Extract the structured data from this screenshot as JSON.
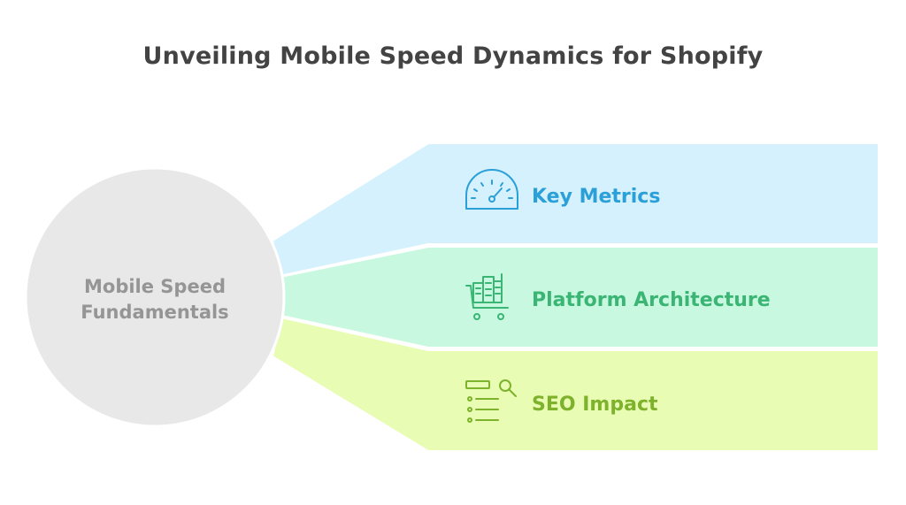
{
  "title": "Unveiling Mobile Speed Dynamics for Shopify",
  "center": {
    "line1": "Mobile Speed",
    "line2": "Fundamentals",
    "fill": "#e8e8e8",
    "text_color": "#959595"
  },
  "branches": [
    {
      "label": "Key Metrics",
      "icon": "speedometer-icon",
      "fill": "#d4f1fd",
      "color": "#2a9fd8"
    },
    {
      "label": "Platform Architecture",
      "icon": "store-cart-icon",
      "fill": "#c8f8e0",
      "color": "#3ab573"
    },
    {
      "label": "SEO Impact",
      "icon": "search-list-icon",
      "fill": "#e8fcb4",
      "color": "#7fb22c"
    }
  ]
}
